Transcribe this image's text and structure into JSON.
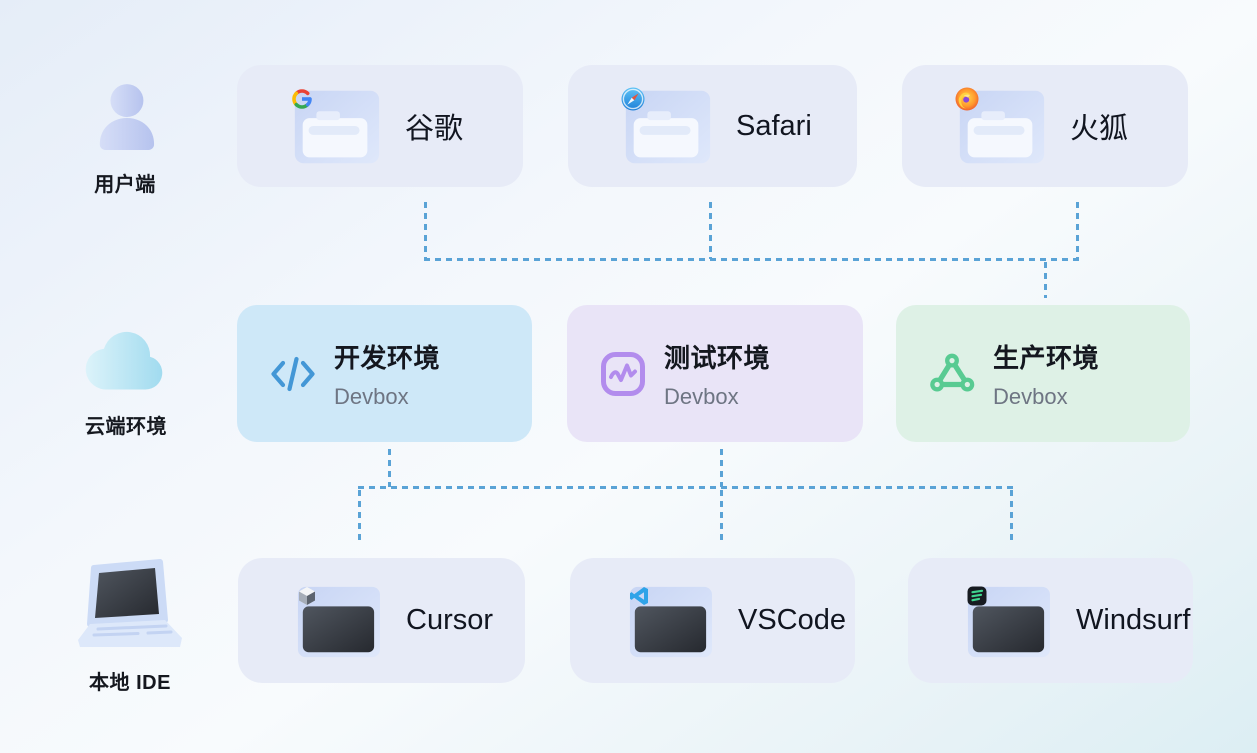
{
  "rows": {
    "user": {
      "label": "用户端",
      "icon": "person-icon",
      "cards": [
        {
          "label": "谷歌",
          "icon": "google-logo-icon"
        },
        {
          "label": "Safari",
          "icon": "safari-logo-icon"
        },
        {
          "label": "火狐",
          "icon": "firefox-logo-icon"
        }
      ]
    },
    "cloud": {
      "label": "云端环境",
      "icon": "cloud-icon",
      "cards": [
        {
          "title": "开发环境",
          "subtitle": "Devbox",
          "icon": "code-icon",
          "bg": "#cee8f8",
          "accent": "#4397d6"
        },
        {
          "title": "测试环境",
          "subtitle": "Devbox",
          "icon": "pulse-icon",
          "bg": "#e9e4f7",
          "accent": "#b28ced"
        },
        {
          "title": "生产环境",
          "subtitle": "Devbox",
          "icon": "cluster-icon",
          "bg": "#def1e6",
          "accent": "#58cb92"
        }
      ]
    },
    "local": {
      "label": "本地 IDE",
      "icon": "laptop-icon",
      "cards": [
        {
          "label": "Cursor",
          "icon": "cursor-logo-icon"
        },
        {
          "label": "VSCode",
          "icon": "vscode-logo-icon"
        },
        {
          "label": "Windsurf",
          "icon": "windsurf-logo-icon"
        }
      ]
    }
  },
  "colors": {
    "connector": "#5aa3d6",
    "neutral_card_bg": "#e7ebf7",
    "dev_bg": "#cee8f8",
    "test_bg": "#e9e4f7",
    "prod_bg": "#def1e6",
    "dev_accent": "#4397d6",
    "test_accent": "#b28ced",
    "prod_accent": "#58cb92",
    "subtitle_text": "#6e7583",
    "title_text": "#14171f"
  }
}
